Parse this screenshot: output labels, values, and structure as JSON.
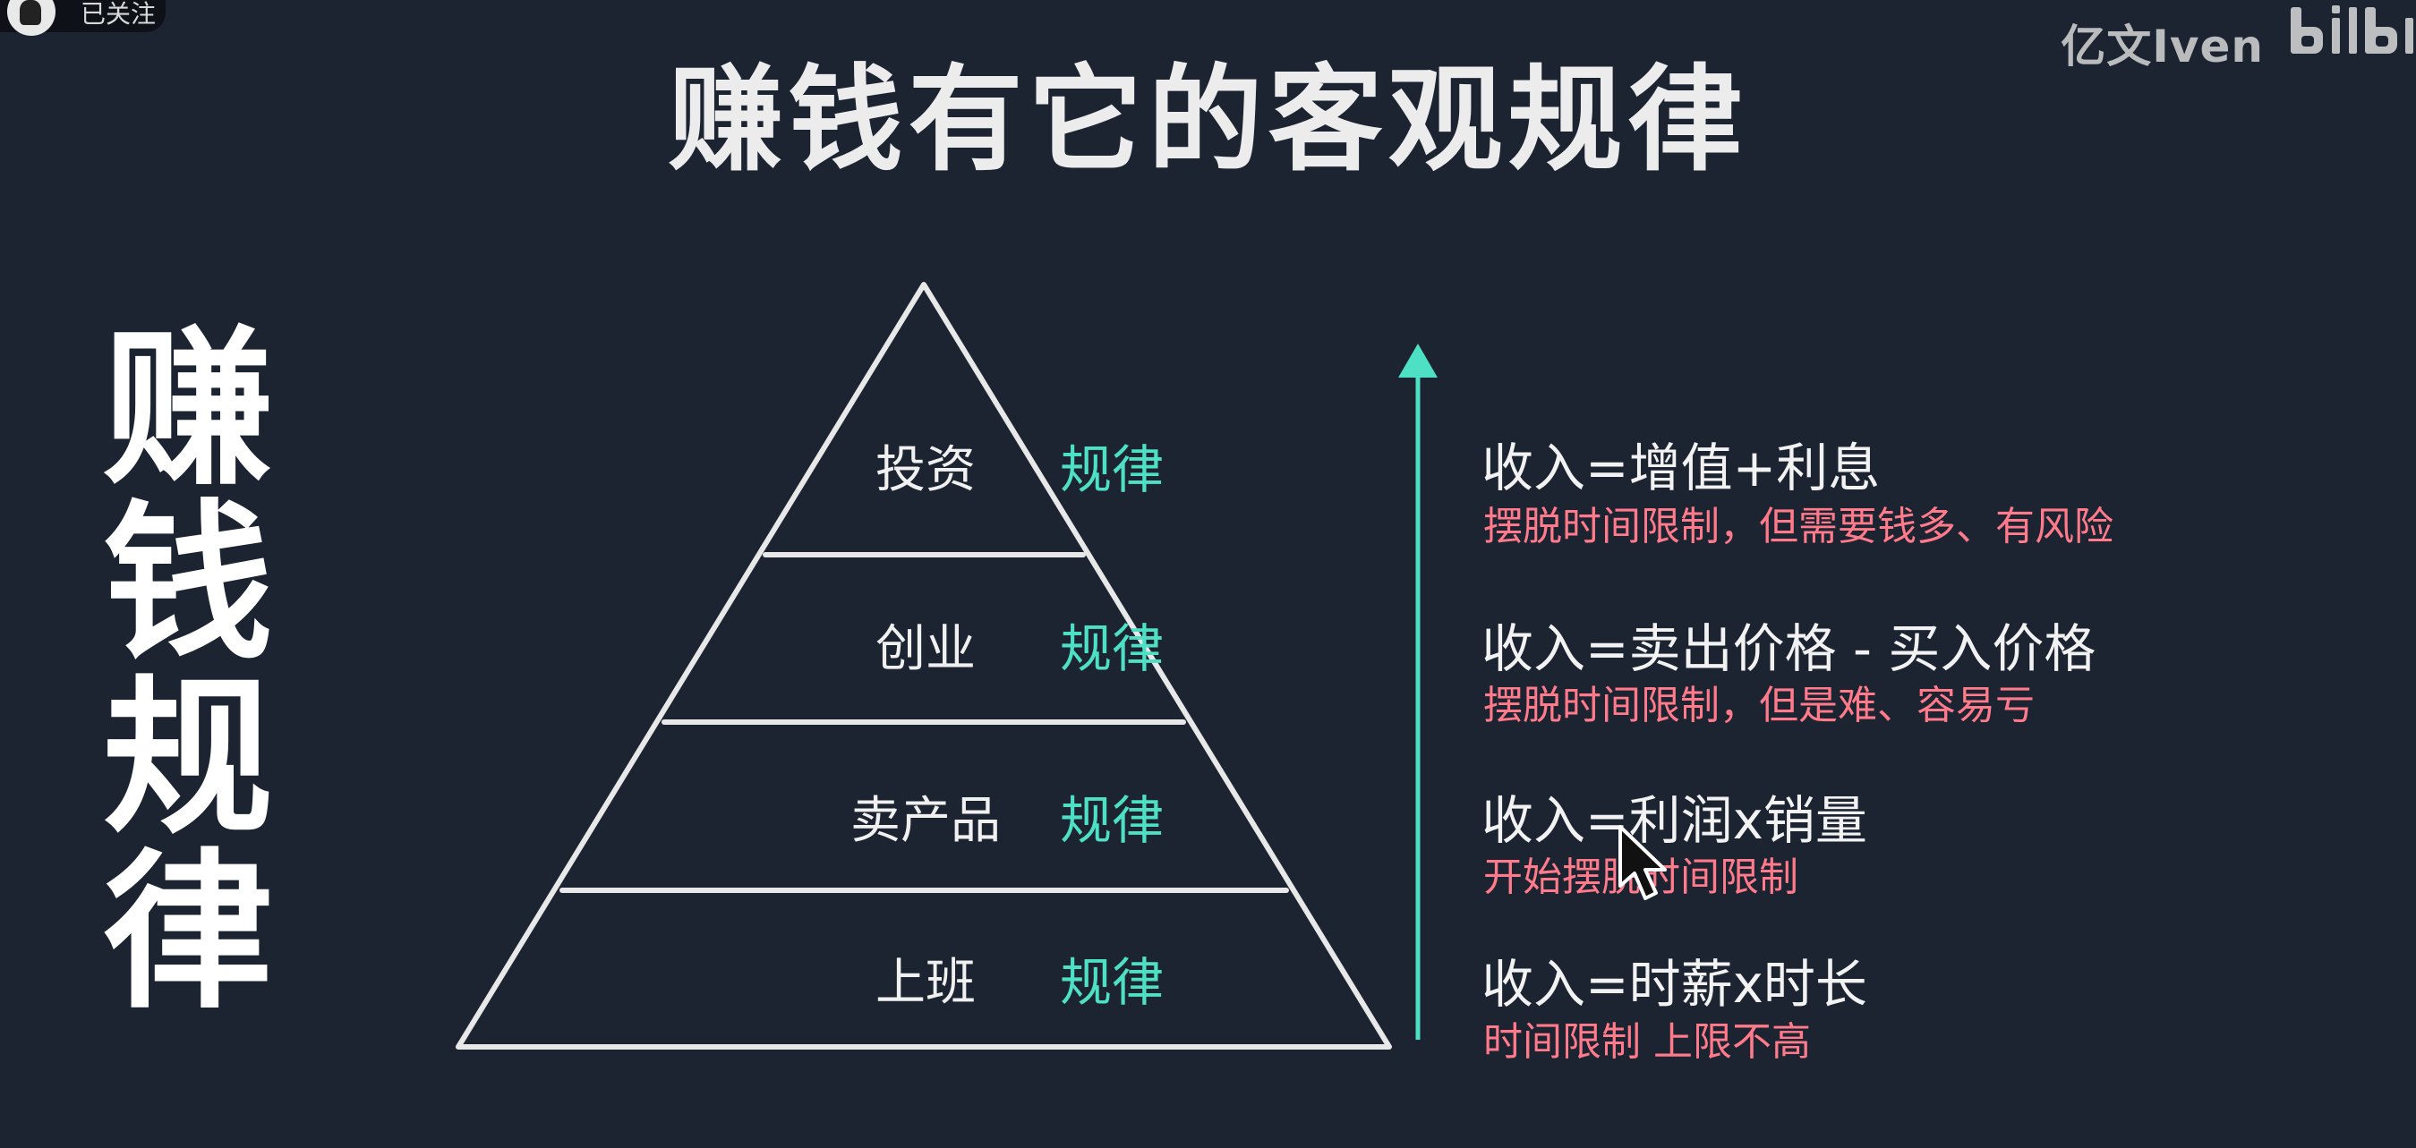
{
  "header": {
    "channel_label": "已关注",
    "watermark": "亿文Iven",
    "platform_logo_text": "bilibili"
  },
  "title": "赚钱有它的客观规律",
  "side_title": [
    "赚",
    "钱",
    "规",
    "律"
  ],
  "tiers": [
    {
      "name": "投资",
      "rule": "规律",
      "equation": "收入=增值+利息",
      "note": "摆脱时间限制，但需要钱多、有风险"
    },
    {
      "name": "创业",
      "rule": "规律",
      "equation": "收入=卖出价格 - 买入价格",
      "note": "摆脱时间限制，但是难、容易亏"
    },
    {
      "name": "卖产品",
      "rule": "规律",
      "equation": "收入=利润x销量",
      "note": "开始摆脱时间限制"
    },
    {
      "name": "上班",
      "rule": "规律",
      "equation": "收入=时薪x时长",
      "note": "时间限制 上限不高"
    }
  ],
  "colors": {
    "background": "#1c2431",
    "accent_teal": "#4ee0c5",
    "note_pink": "#ff7a8a",
    "text_white": "#f0f0f0"
  },
  "icons": {
    "cursor": "mouse-pointer-icon",
    "arrow": "up-arrow-icon"
  }
}
